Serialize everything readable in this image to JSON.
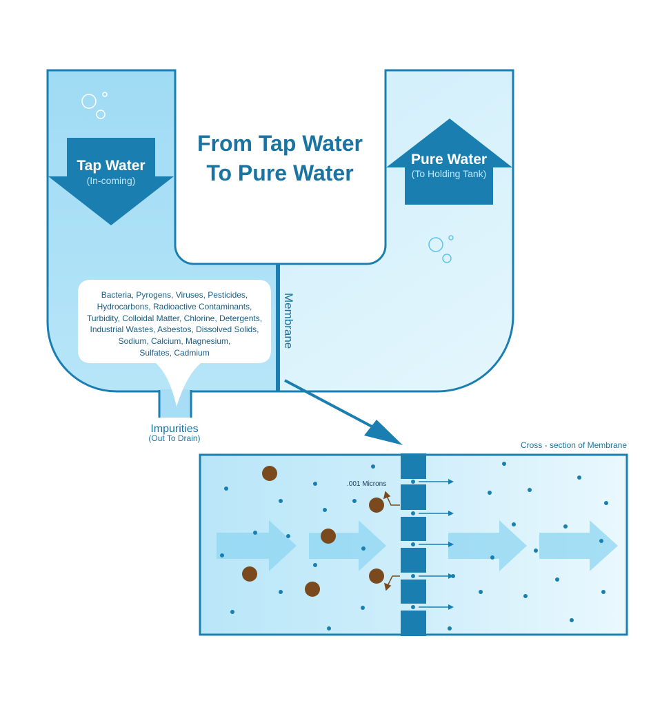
{
  "title": {
    "line1": "From Tap Water",
    "line2": "To Pure Water"
  },
  "tap_water": {
    "label": "Tap Water",
    "sub": "(In-coming)"
  },
  "pure_water": {
    "label": "Pure Water",
    "sub": "(To Holding Tank)"
  },
  "contaminants": [
    "Bacteria, Pyrogens, Viruses, Pesticides,",
    "Hydrocarbons, Radioactive Contaminants,",
    "Turbidity, Colloidal Matter, Chlorine, Detergents,",
    "Industrial Wastes, Asbestos, Dissolved Solids,",
    "Sodium, Calcium, Magnesium,",
    "Sulfates, Cadmium"
  ],
  "membrane_label": "Membrane",
  "impurities": {
    "label": "Impurities",
    "sub": "(Out To Drain)"
  },
  "cross_section_label": "Cross - section of Membrane",
  "micron_label": ".001 Microns",
  "colors": {
    "outline": "#1a7fb0",
    "tank_left": "#a8def5",
    "tank_right": "#d6f0fb",
    "arrow": "#1a7fb0",
    "membrane": "#1a7fb0",
    "contaminant": "#7a4a1e",
    "water_molecule": "#1a7fb0",
    "flow_arrow": "#8fd6f2"
  }
}
